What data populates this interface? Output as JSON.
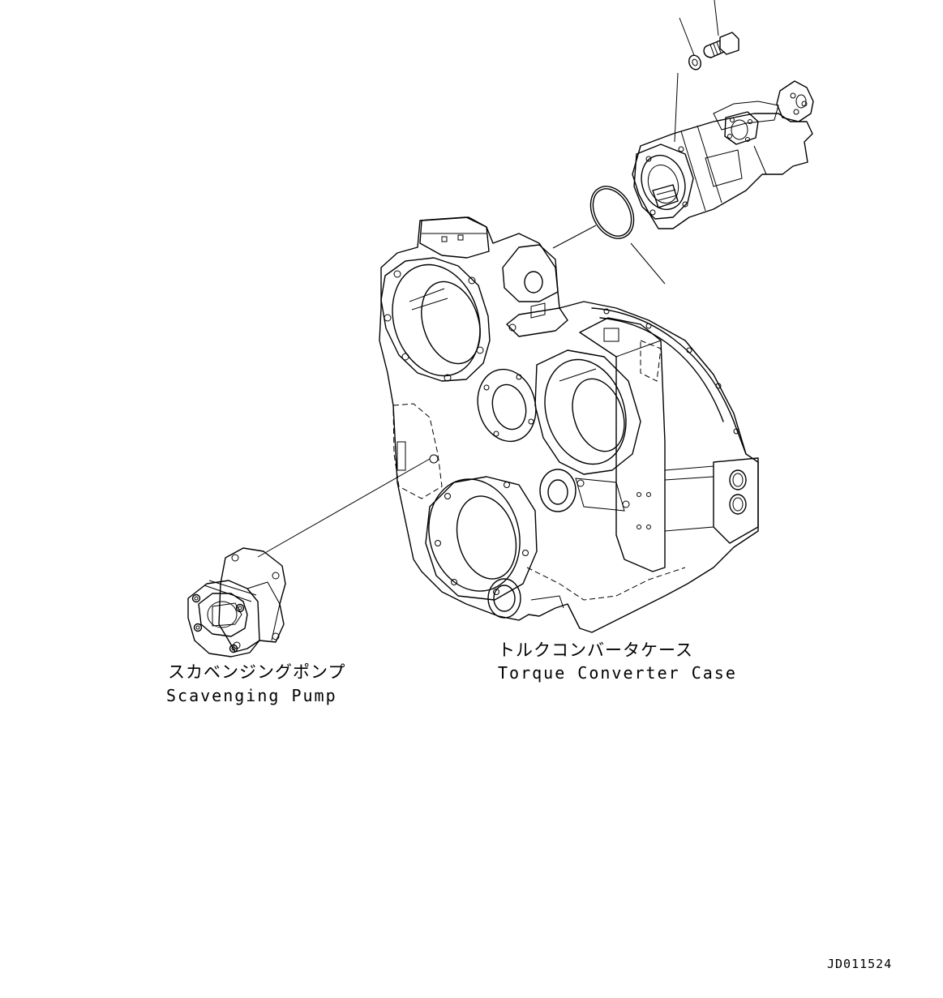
{
  "labels": {
    "scavenging_pump_jp": "スカベンジングポンプ",
    "scavenging_pump_en": "Scavenging Pump",
    "torque_converter_case_jp": "トルクコンバータケース",
    "torque_converter_case_en": "Torque Converter Case",
    "drawing_code": "JD011524"
  }
}
